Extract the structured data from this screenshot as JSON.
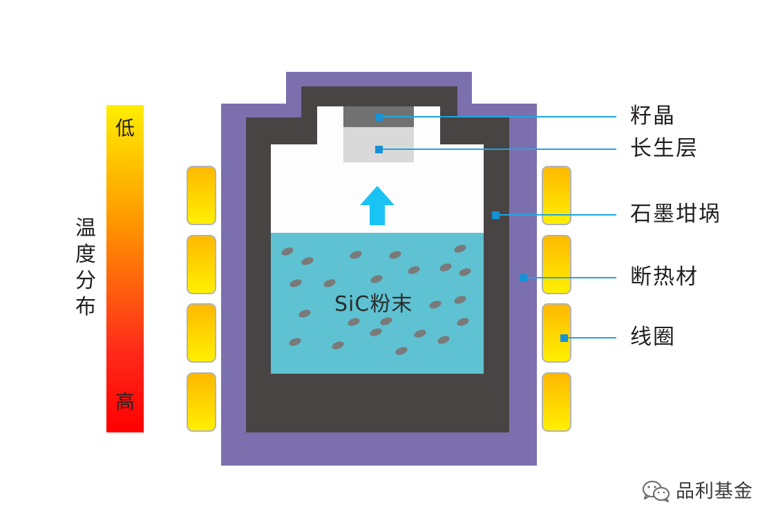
{
  "temperature_scale": {
    "title_chars": [
      "温",
      "度",
      "分",
      "布"
    ],
    "low_label": "低",
    "high_label": "高",
    "gradient_colors": [
      "#ffee00",
      "#ff9900",
      "#ff2222",
      "#ff0000"
    ]
  },
  "furnace": {
    "powder_label": "SiC粉末",
    "labels": {
      "seed_crystal": "籽晶",
      "growth_layer": "长生层",
      "graphite_crucible": "石墨坩埚",
      "insulation": "断热材",
      "coil": "线圈"
    },
    "colors": {
      "insulation": "#7c6fae",
      "crucible": "#494444",
      "chamber": "#fdfdfd",
      "powder": "#5ec2d2",
      "particle": "#7a7a7a",
      "seed": "#717171",
      "growth": "#d9d9d9",
      "arrow": "#19c3f3",
      "leader": "#1ba7e3",
      "coil_top": "#ffb800",
      "coil_bottom": "#fff000"
    }
  },
  "watermark": {
    "icon": "wechat-icon",
    "text": "品利基金"
  }
}
